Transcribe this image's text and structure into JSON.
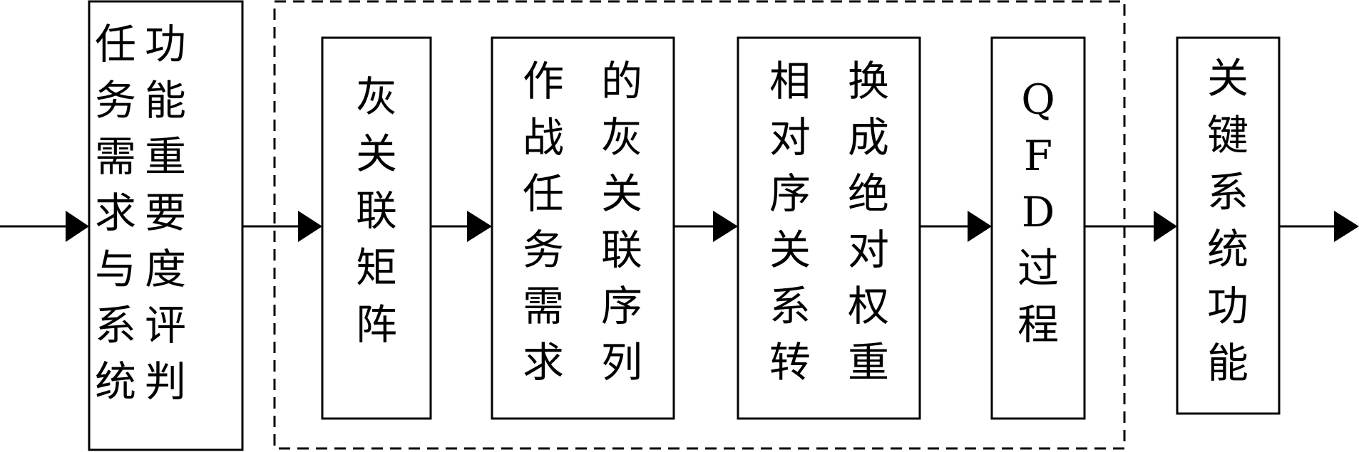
{
  "boxes": [
    {
      "id": "mission-function-evaluation",
      "columns": [
        "任务需求与系统",
        "功能重要度评判"
      ]
    },
    {
      "id": "grey-relational-matrix",
      "columns": [
        "灰关联矩阵"
      ]
    },
    {
      "id": "mission-grey-relational-order",
      "columns": [
        "作战任务需求",
        "的灰关联序列"
      ]
    },
    {
      "id": "relative-to-absolute-weight",
      "columns": [
        "相对序关系转",
        "换成绝对权重"
      ]
    },
    {
      "id": "qfd-process",
      "columns": [
        "QFD过程"
      ]
    },
    {
      "id": "key-system-functions",
      "columns": [
        "关键系统功能"
      ]
    }
  ]
}
